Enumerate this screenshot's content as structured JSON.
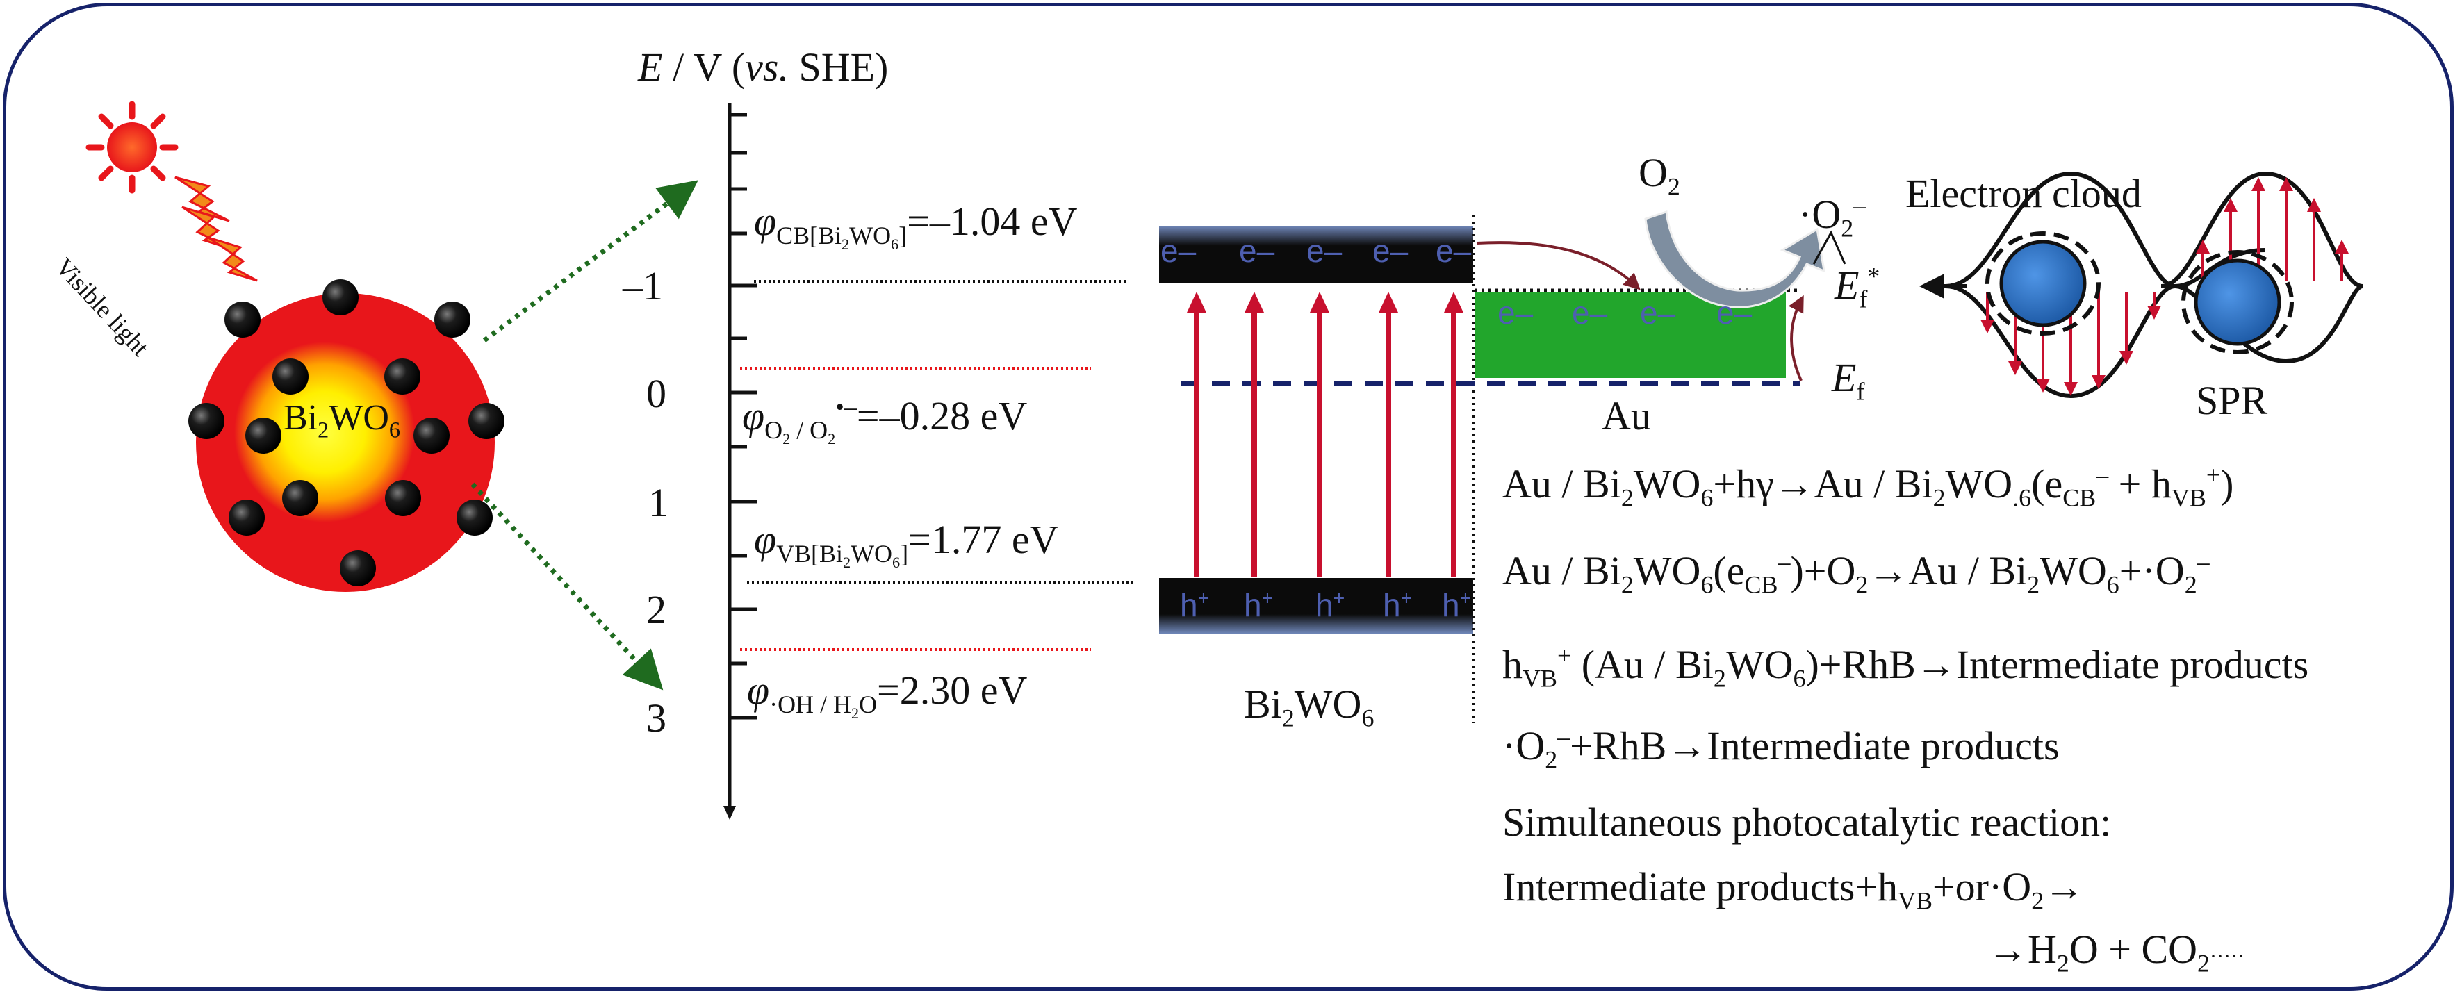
{
  "particle": {
    "light_label": "Visible light",
    "core_label": [
      "Bi",
      "2",
      "WO",
      "6"
    ]
  },
  "axis": {
    "title": {
      "E": "E",
      "rest": " / V (",
      "vs": "vs.",
      "ref": " SHE)"
    },
    "ticks": [
      "–1",
      "0",
      "1",
      "2",
      "3"
    ]
  },
  "levels": {
    "cb": {
      "phi": "φ",
      "sub": "CB[Bi",
      "sub2": "2",
      "sub3": "WO",
      "sub4": "6",
      "sub5": "]",
      "value": "=–1.04 eV"
    },
    "o2": {
      "phi": "φ",
      "sub": "O",
      "sub2": "2",
      "sub3": " / O",
      "sub4": "2",
      "sup": "•–",
      "value": "=–0.28 eV"
    },
    "vb": {
      "phi": "φ",
      "sub": "VB[Bi",
      "sub2": "2",
      "sub3": "WO",
      "sub4": "6",
      "sub5": "]",
      "value": "=1.77 eV"
    },
    "oh": {
      "phi": "φ",
      "sub": "·OH / H",
      "sub2": "2",
      "sub3": "O",
      "value": "=2.30 eV"
    }
  },
  "band": {
    "electron": "e–",
    "hole": "h",
    "hole_sup": "+",
    "label": [
      "Bi",
      "2",
      "WO",
      "6"
    ],
    "au_label": "Au",
    "ef": "E",
    "ef_sub": "f",
    "ef_star": "*",
    "o2": [
      "O",
      "2"
    ],
    "superoxide": [
      "·O",
      "2",
      "–"
    ]
  },
  "spr": {
    "cloud_label": "Electron cloud",
    "label": "SPR"
  },
  "reactions": {
    "r1": [
      "Au / Bi",
      "2",
      "WO",
      "6",
      "+hγ→Au / Bi",
      "2",
      "WO",
      ".6",
      "(e",
      "CB",
      "–",
      " + h",
      "VB",
      "+",
      ")"
    ],
    "r2": [
      "Au / Bi",
      "2",
      "WO",
      "6",
      "(e",
      "CB",
      "–",
      ")+O",
      "2",
      "→Au / Bi",
      "2",
      "WO",
      "6",
      "+·O",
      "2",
      "–"
    ],
    "r3": [
      "h",
      "VB",
      "+",
      " (Au / Bi",
      "2",
      "WO",
      "6",
      ")+RhB→Intermediate products"
    ],
    "r4": [
      "·O",
      "2",
      "–",
      "+RhB→Intermediate products"
    ],
    "r5": "Simultaneous photocatalytic reaction:",
    "r6": [
      "Intermediate products+h",
      "VB",
      "+or·O",
      "2",
      "→"
    ],
    "r7": [
      "→H",
      "2",
      "O + CO",
      "2",
      "·····"
    ]
  },
  "colors": {
    "frame": "#16226a",
    "shell": "#e8161b",
    "core": "#ffef00",
    "band_black": "#0b0b0b",
    "au_green": "#22a62c",
    "arrow_red": "#c8102e",
    "dash_navy": "#16226a",
    "green_dot": "#1f6b1f",
    "sphere_blue": "#2a6fc4"
  }
}
